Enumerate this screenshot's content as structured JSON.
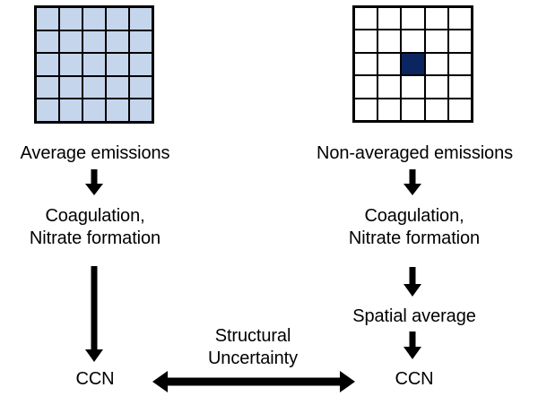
{
  "figure": {
    "type": "flow-diagram",
    "background_color": "#ffffff",
    "ink_color": "#000000"
  },
  "colors": {
    "grid_fill_average": "#c5d5ec",
    "grid_fill_nonaveraged": "#ffffff",
    "grid_highlight_cell": "#0a2560",
    "grid_line": "#000000"
  },
  "grids": {
    "average": {
      "name": "average-emissions-grid",
      "rows": 5,
      "cols": 5,
      "fill": "#c5d5ec",
      "highlight_cells": [],
      "caption": "Average emissions"
    },
    "nonaveraged": {
      "name": "non-averaged-emissions-grid",
      "rows": 5,
      "cols": 5,
      "fill": "#ffffff",
      "highlight_cells": [
        [
          2,
          2
        ]
      ],
      "highlight_color": "#0a2560",
      "caption": "Non-averaged emissions"
    }
  },
  "left_branch": {
    "caption": "Average emissions",
    "step_process": "Coagulation,\nNitrate formation",
    "step_output": "CCN"
  },
  "right_branch": {
    "caption": "Non-averaged emissions",
    "step_process": "Coagulation,\nNitrate formation",
    "step_average": "Spatial average",
    "step_output": "CCN"
  },
  "comparison": {
    "label": "Structural\nUncertainty",
    "arrow": "double-headed-horizontal"
  },
  "arrows": {
    "average_to_coagulation": "down-arrow",
    "coagulation_to_ccn": "long-down-arrow",
    "nonaveraged_to_coagulation": "down-arrow",
    "coagulation_to_spatial_average": "down-arrow",
    "spatial_average_to_ccn": "down-arrow",
    "structural_uncertainty": "double-headed-arrow"
  }
}
